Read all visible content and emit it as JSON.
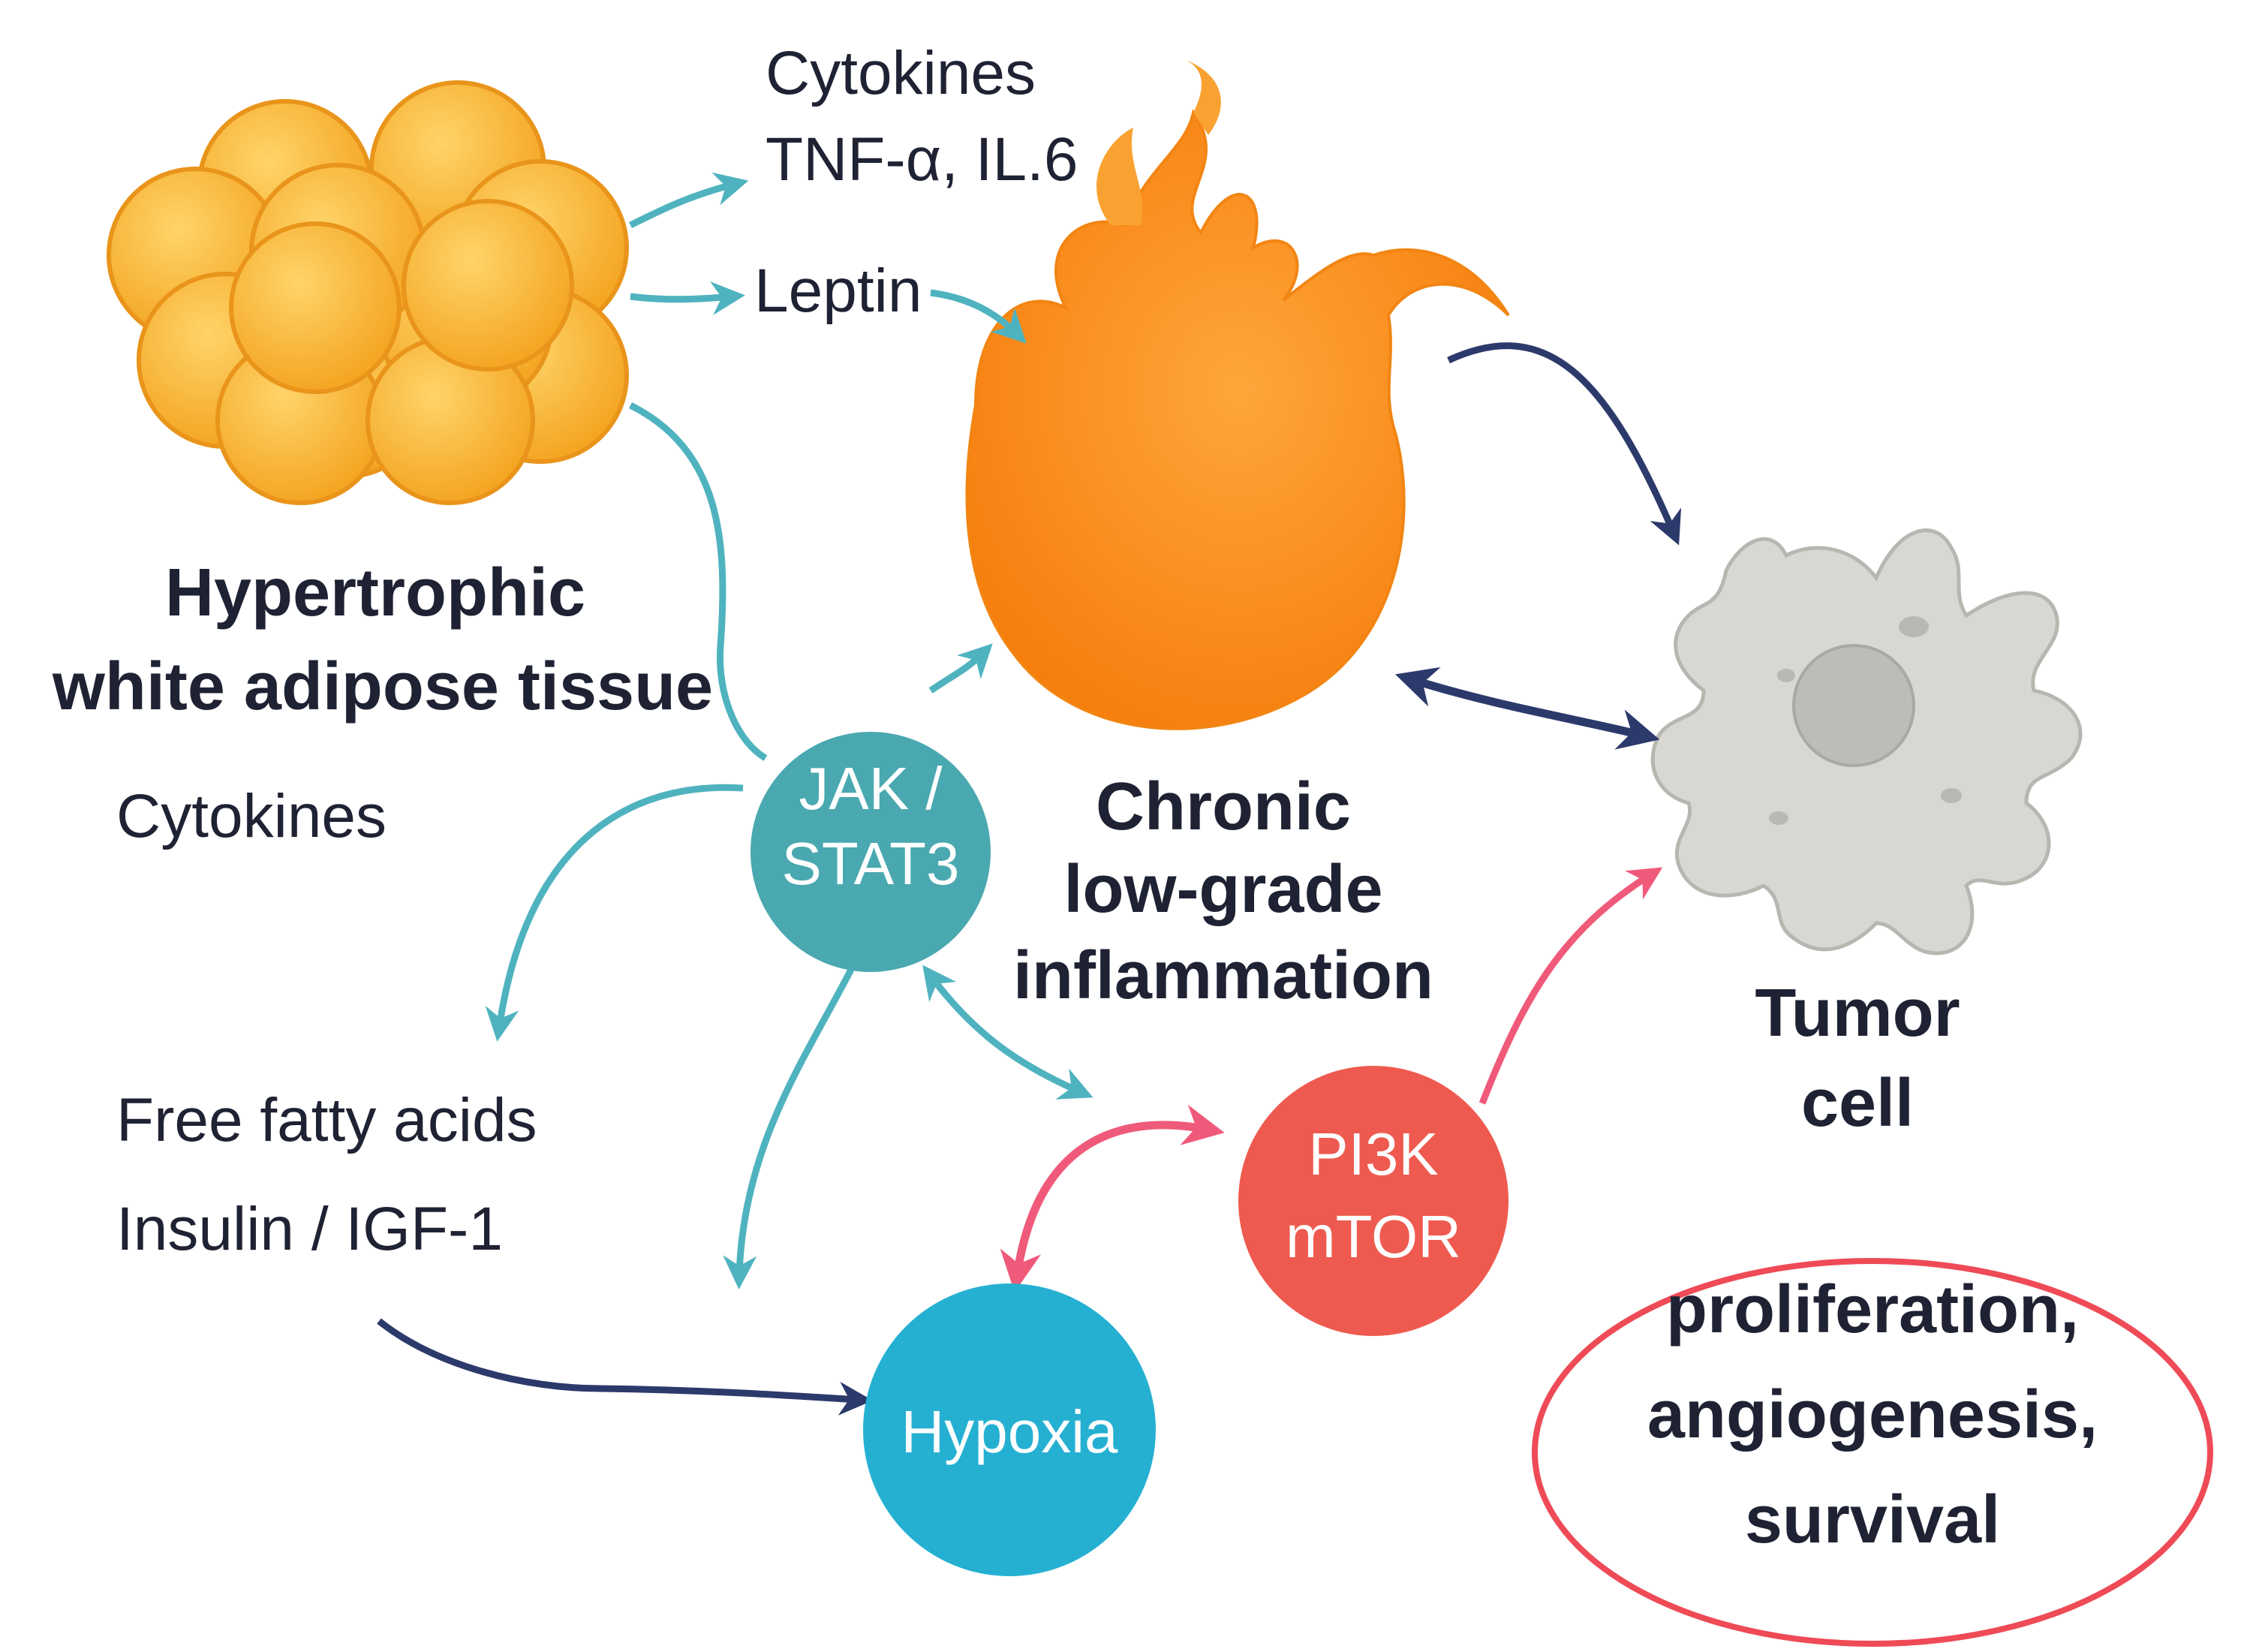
{
  "labels": {
    "cytokines_top": "Cytokines",
    "tnf_il6": "TNF-α, IL.6",
    "leptin": "Leptin",
    "adipose_line1": "Hypertrophic",
    "adipose_line2": "white adipose tissue",
    "cytokines_left": "Cytokines",
    "ffa": "Free fatty acids",
    "insulin": "Insulin / IGF-1",
    "inflammation_line1": "Chronic",
    "inflammation_line2": "low-grade",
    "inflammation_line3": "inflammation",
    "tumor_line1": "Tumor",
    "tumor_line2": "cell"
  },
  "nodes": {
    "jak_stat": {
      "line1": "JAK /",
      "line2": "STAT3"
    },
    "pi3k": {
      "line1": "PI3K",
      "line2": "mTOR"
    },
    "hypoxia": {
      "label": "Hypoxia"
    }
  },
  "outcome": {
    "line1": "proliferation,",
    "line2": "angiogenesis,",
    "line3": "survival"
  },
  "colors": {
    "teal_arrow": "#4fb3bf",
    "navy_arrow": "#2c3a6b",
    "pink_arrow": "#f05a7a",
    "jak_fill": "#4aa8b0",
    "pi3k_fill": "#ee5a4f",
    "hypoxia_fill": "#25b0d2",
    "fat_fill": "#f8b733",
    "flame_fill": "#f98f1a",
    "tumor_fill": "#d6d6d3",
    "outcome_border": "#ee4b57"
  },
  "icons": [
    "fat-cells-icon",
    "flame-icon",
    "tumor-cell-icon"
  ]
}
